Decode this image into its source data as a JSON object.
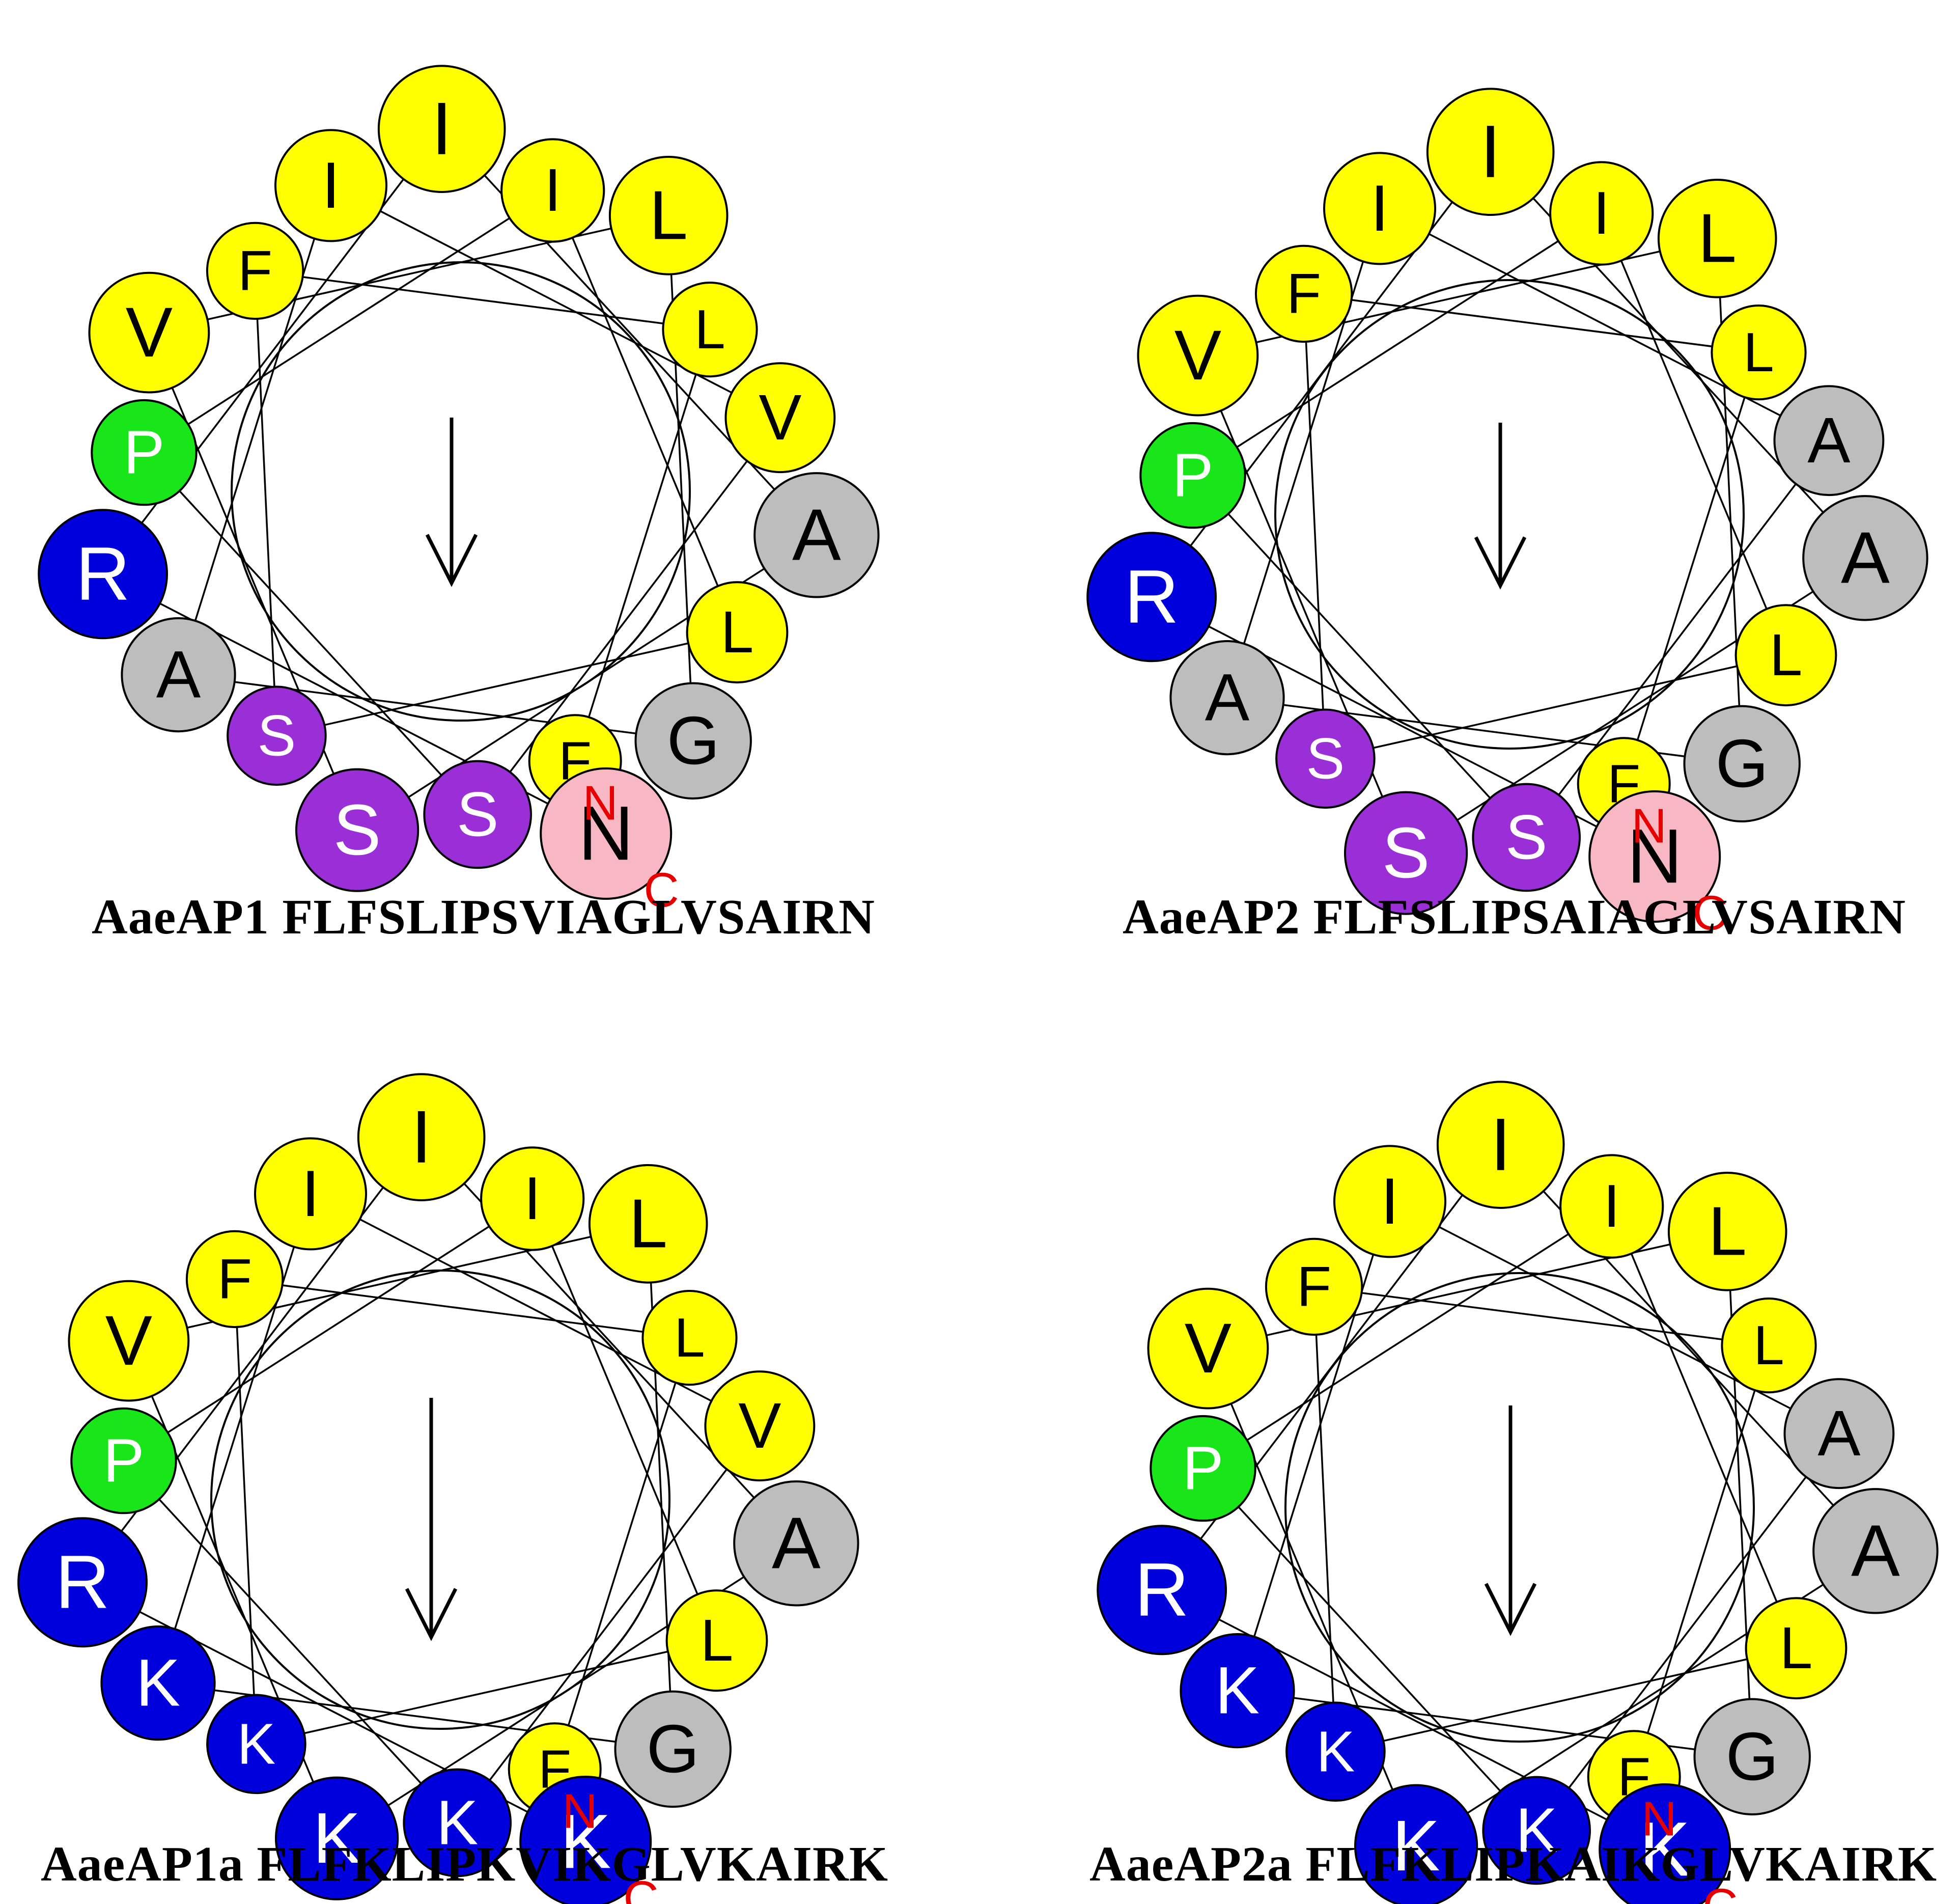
{
  "colors": {
    "hydrophobic": "#ffff00",
    "basic": "#0000dd",
    "polar": "#9a2fd8",
    "proline": "#19e619",
    "small": "#bdbdbd",
    "amide": "#f7b8c4",
    "terminus_label": "#e60000",
    "line": "#000000"
  },
  "panels": [
    {
      "name": "AaeAP1",
      "caption": {
        "peptide": "AaeAP1",
        "sequence": "FLFSLIPSVIAGLVSAIRN"
      },
      "residues": [
        {
          "letter": "F",
          "category": "hydrophobic"
        },
        {
          "letter": "L",
          "category": "hydrophobic"
        },
        {
          "letter": "F",
          "category": "hydrophobic"
        },
        {
          "letter": "S",
          "category": "polar"
        },
        {
          "letter": "L",
          "category": "hydrophobic"
        },
        {
          "letter": "I",
          "category": "hydrophobic"
        },
        {
          "letter": "P",
          "category": "proline"
        },
        {
          "letter": "S",
          "category": "polar"
        },
        {
          "letter": "V",
          "category": "hydrophobic"
        },
        {
          "letter": "I",
          "category": "hydrophobic"
        },
        {
          "letter": "A",
          "category": "small"
        },
        {
          "letter": "G",
          "category": "small"
        },
        {
          "letter": "L",
          "category": "hydrophobic"
        },
        {
          "letter": "V",
          "category": "hydrophobic"
        },
        {
          "letter": "S",
          "category": "polar"
        },
        {
          "letter": "A",
          "category": "small"
        },
        {
          "letter": "I",
          "category": "hydrophobic"
        },
        {
          "letter": "R",
          "category": "basic"
        },
        {
          "letter": "N",
          "category": "amide"
        }
      ],
      "n_label": "N",
      "c_label": "C",
      "moment_direction": "down"
    },
    {
      "name": "AaeAP2",
      "caption": {
        "peptide": "AaeAP2",
        "sequence": "FLFSLIPSAIAGLVSAIRN"
      },
      "residues": [
        {
          "letter": "F",
          "category": "hydrophobic"
        },
        {
          "letter": "L",
          "category": "hydrophobic"
        },
        {
          "letter": "F",
          "category": "hydrophobic"
        },
        {
          "letter": "S",
          "category": "polar"
        },
        {
          "letter": "L",
          "category": "hydrophobic"
        },
        {
          "letter": "I",
          "category": "hydrophobic"
        },
        {
          "letter": "P",
          "category": "proline"
        },
        {
          "letter": "S",
          "category": "polar"
        },
        {
          "letter": "A",
          "category": "small"
        },
        {
          "letter": "I",
          "category": "hydrophobic"
        },
        {
          "letter": "A",
          "category": "small"
        },
        {
          "letter": "G",
          "category": "small"
        },
        {
          "letter": "L",
          "category": "hydrophobic"
        },
        {
          "letter": "V",
          "category": "hydrophobic"
        },
        {
          "letter": "S",
          "category": "polar"
        },
        {
          "letter": "A",
          "category": "small"
        },
        {
          "letter": "I",
          "category": "hydrophobic"
        },
        {
          "letter": "R",
          "category": "basic"
        },
        {
          "letter": "N",
          "category": "amide"
        }
      ],
      "n_label": "N",
      "c_label": "C",
      "moment_direction": "down"
    },
    {
      "name": "AaeAP1a",
      "caption": {
        "peptide": "AaeAP1a",
        "sequence": "FLFKLIPKVIKGLVKAIRK"
      },
      "residues": [
        {
          "letter": "F",
          "category": "hydrophobic"
        },
        {
          "letter": "L",
          "category": "hydrophobic"
        },
        {
          "letter": "F",
          "category": "hydrophobic"
        },
        {
          "letter": "K",
          "category": "basic"
        },
        {
          "letter": "L",
          "category": "hydrophobic"
        },
        {
          "letter": "I",
          "category": "hydrophobic"
        },
        {
          "letter": "P",
          "category": "proline"
        },
        {
          "letter": "K",
          "category": "basic"
        },
        {
          "letter": "V",
          "category": "hydrophobic"
        },
        {
          "letter": "I",
          "category": "hydrophobic"
        },
        {
          "letter": "K",
          "category": "basic"
        },
        {
          "letter": "G",
          "category": "small"
        },
        {
          "letter": "L",
          "category": "hydrophobic"
        },
        {
          "letter": "V",
          "category": "hydrophobic"
        },
        {
          "letter": "K",
          "category": "basic"
        },
        {
          "letter": "A",
          "category": "small"
        },
        {
          "letter": "I",
          "category": "hydrophobic"
        },
        {
          "letter": "R",
          "category": "basic"
        },
        {
          "letter": "K",
          "category": "basic"
        }
      ],
      "n_label": "N",
      "c_label": "C",
      "moment_direction": "down"
    },
    {
      "name": "AaeAP2a",
      "caption": {
        "peptide": "AaeAP2a",
        "sequence": "FLFKLIPKAIKGLVKAIRK"
      },
      "residues": [
        {
          "letter": "F",
          "category": "hydrophobic"
        },
        {
          "letter": "L",
          "category": "hydrophobic"
        },
        {
          "letter": "F",
          "category": "hydrophobic"
        },
        {
          "letter": "K",
          "category": "basic"
        },
        {
          "letter": "L",
          "category": "hydrophobic"
        },
        {
          "letter": "I",
          "category": "hydrophobic"
        },
        {
          "letter": "P",
          "category": "proline"
        },
        {
          "letter": "K",
          "category": "basic"
        },
        {
          "letter": "A",
          "category": "small"
        },
        {
          "letter": "I",
          "category": "hydrophobic"
        },
        {
          "letter": "K",
          "category": "basic"
        },
        {
          "letter": "G",
          "category": "small"
        },
        {
          "letter": "L",
          "category": "hydrophobic"
        },
        {
          "letter": "V",
          "category": "hydrophobic"
        },
        {
          "letter": "K",
          "category": "basic"
        },
        {
          "letter": "A",
          "category": "small"
        },
        {
          "letter": "I",
          "category": "hydrophobic"
        },
        {
          "letter": "R",
          "category": "basic"
        },
        {
          "letter": "K",
          "category": "basic"
        }
      ],
      "n_label": "N",
      "c_label": "C",
      "moment_direction": "down"
    }
  ]
}
